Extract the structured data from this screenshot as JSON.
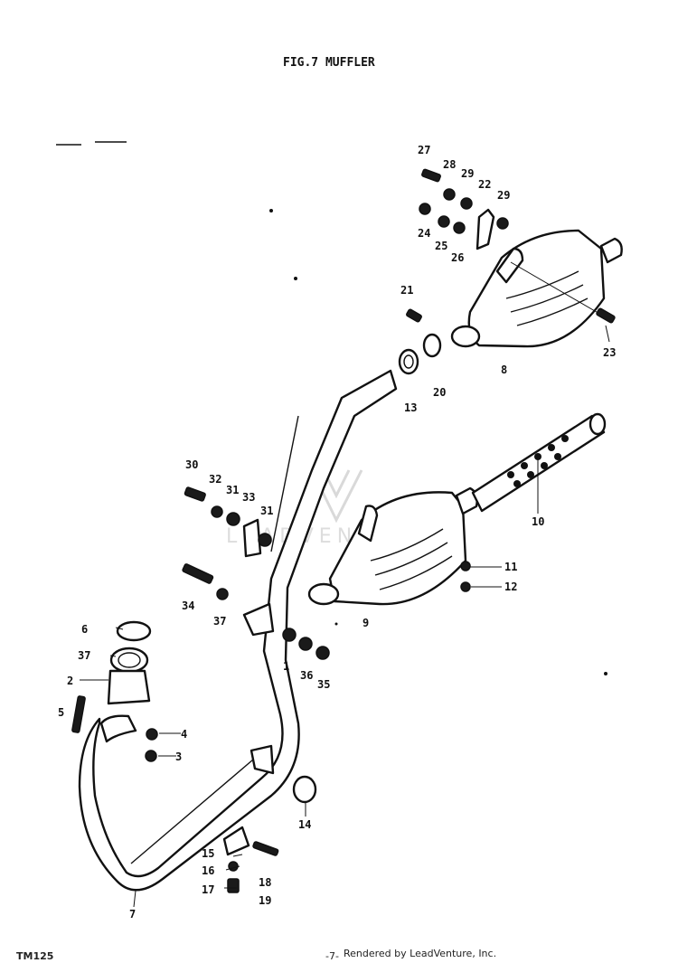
{
  "title": "FIG.7  MUFFLER",
  "model": "TM125",
  "page_number": "-7-",
  "credit": "Rendered by LeadVenture, Inc.",
  "watermark_text": "LEADVENTURE",
  "part_labels": [
    "27",
    "28",
    "29",
    "22",
    "29",
    "24",
    "25",
    "26",
    "21",
    "23",
    "8",
    "13",
    "20",
    "30",
    "32",
    "31",
    "33",
    "31",
    "10",
    "34",
    "37",
    "11",
    "12",
    "9",
    "6",
    "1",
    "37",
    "36",
    "35",
    "2",
    "5",
    "4",
    "3",
    "14",
    "15",
    "16",
    "17",
    "18",
    "19",
    "7"
  ]
}
